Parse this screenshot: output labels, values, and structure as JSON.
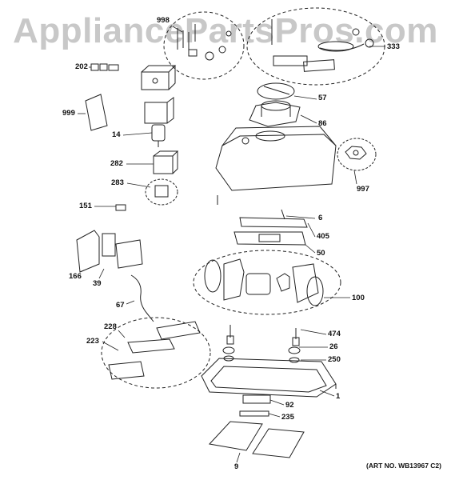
{
  "watermark": "AppliancePartsPros.com",
  "art_number": "(ART NO. WB13967 C2)",
  "callouts": {
    "p998": "998",
    "p333": "333",
    "p202": "202",
    "p999": "999",
    "p57": "57",
    "p86": "86",
    "p14": "14",
    "p282": "282",
    "p997": "997",
    "p283": "283",
    "p151": "151",
    "p6": "6",
    "p405": "405",
    "p50": "50",
    "p166": "166",
    "p39": "39",
    "p100": "100",
    "p67": "67",
    "p228": "228",
    "p474": "474",
    "p223": "223",
    "p26": "26",
    "p250": "250",
    "p1": "1",
    "p92": "92",
    "p235": "235",
    "p9": "9"
  }
}
